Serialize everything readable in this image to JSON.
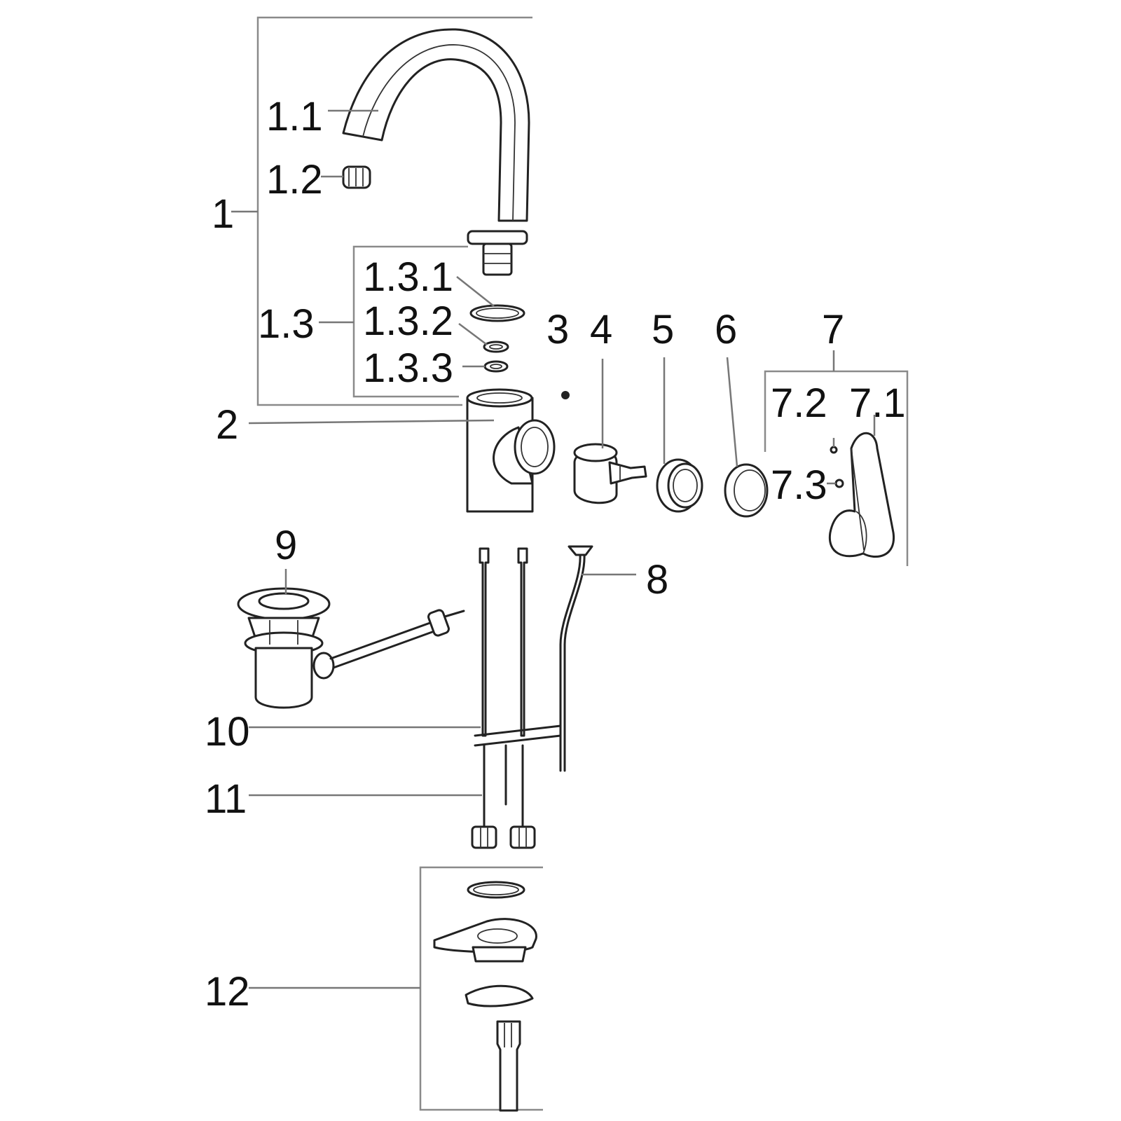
{
  "labels": {
    "p1": "1",
    "p1_1": "1.1",
    "p1_2": "1.2",
    "p1_3": "1.3",
    "p1_3_1": "1.3.1",
    "p1_3_2": "1.3.2",
    "p1_3_3": "1.3.3",
    "p2": "2",
    "p3": "3",
    "p4": "4",
    "p5": "5",
    "p6": "6",
    "p7": "7",
    "p7_1": "7.1",
    "p7_2": "7.2",
    "p7_3": "7.3",
    "p8": "8",
    "p9": "9",
    "p10": "10",
    "p11": "11",
    "p12": "12"
  },
  "colors": {
    "outline": "#222222",
    "leader": "#777777",
    "background": "#ffffff"
  }
}
